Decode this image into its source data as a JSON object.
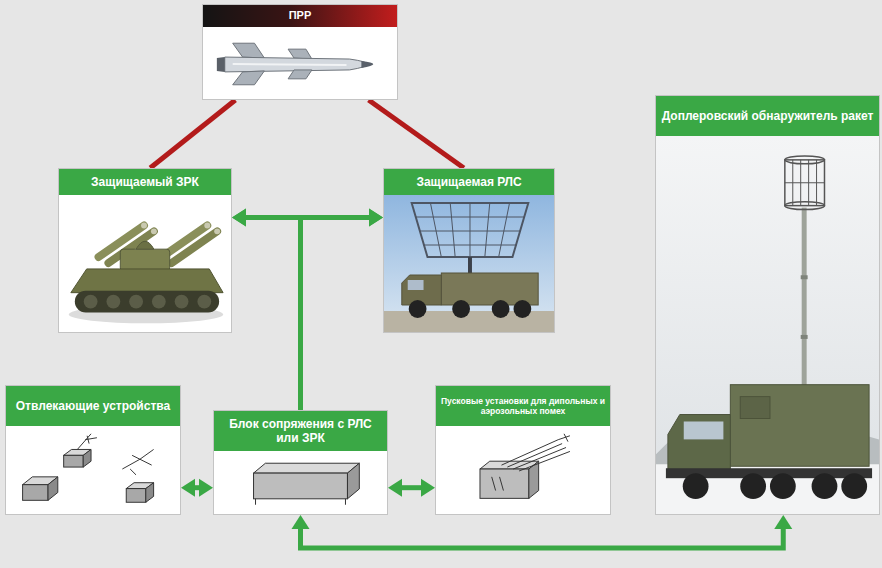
{
  "diagram": {
    "nodes": [
      {
        "text": [
          "ПРР"
        ]
      },
      {
        "text": [
          "Защищаемый ЗРК"
        ]
      },
      {
        "text": [
          "Защищаемая РЛС"
        ]
      },
      {
        "text": [
          "Отвлекающие устройства"
        ]
      },
      {
        "text": [
          "Блок сопряжения с РЛС или ЗРК"
        ]
      },
      {
        "text": [
          "Пусковые установки для дипольных и аэрозольных помех"
        ]
      },
      {
        "text": [
          "Доплеровский обнаружитель ракет"
        ]
      }
    ],
    "edges": [
      {
        "from": 0,
        "to": 1,
        "arrow": "none"
      },
      {
        "from": 0,
        "to": 2,
        "arrow": "none"
      },
      {
        "from": 1,
        "to": 2,
        "arrow": "both"
      },
      {
        "from": 4,
        "to": 1,
        "arrow": "to"
      },
      {
        "from": 4,
        "to": 2,
        "arrow": "to"
      },
      {
        "from": 3,
        "to": 4,
        "arrow": "both"
      },
      {
        "from": 4,
        "to": 5,
        "arrow": "both"
      },
      {
        "from": 4,
        "to": 6,
        "arrow": "both"
      }
    ]
  }
}
